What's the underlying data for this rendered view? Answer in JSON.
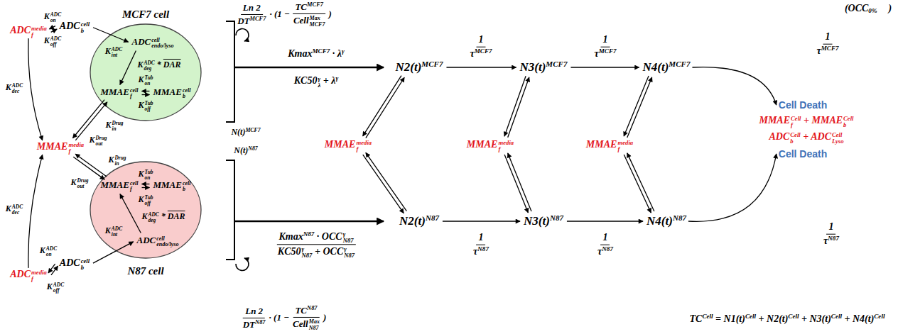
{
  "diagram": {
    "nodes": [
      {
        "text": [
          "MCF7 cell"
        ]
      },
      {
        "text": [
          "ADCendo/lysocell"
        ],
        "in": 0
      },
      {
        "text": [
          "MMAEfcell"
        ],
        "in": 0
      },
      {
        "text": [
          "MMAEbcell"
        ],
        "in": 0
      },
      {
        "text": [
          "N87 cell"
        ]
      },
      {
        "text": [
          "MMAEfcell"
        ],
        "in": 4
      },
      {
        "text": [
          "MMAEbcell"
        ],
        "in": 4
      },
      {
        "text": [
          "ADCendo/lysocell"
        ],
        "in": 4
      },
      {
        "text": [
          "ADCfmedia"
        ]
      },
      {
        "text": [
          "ADCbcell"
        ]
      },
      {
        "text": [
          "MMAEfmedia"
        ]
      },
      {
        "text": [
          "ADCfmedia"
        ]
      },
      {
        "text": [
          "ADCbcell"
        ]
      },
      {
        "text": [
          "N2(t)MCF7"
        ]
      },
      {
        "text": [
          "N3(t)MCF7"
        ]
      },
      {
        "text": [
          "N4(t)MCF7"
        ]
      },
      {
        "text": [
          "MMAEfmedia"
        ]
      },
      {
        "text": [
          "MMAEfmedia"
        ]
      },
      {
        "text": [
          "MMAEfmedia"
        ]
      },
      {
        "text": [
          "N2(t)N87"
        ]
      },
      {
        "text": [
          "N3(t)N87"
        ]
      },
      {
        "text": [
          "N4(t)N87"
        ]
      },
      {
        "text": [
          "Cell Death"
        ]
      },
      {
        "text": [
          "Cell Death"
        ]
      }
    ],
    "edges": [
      {
        "from": 8,
        "to": 9,
        "arrow": "both"
      },
      {
        "from": 9,
        "to": 1,
        "arrow": "to"
      },
      {
        "from": 1,
        "to": 2,
        "arrow": "to"
      },
      {
        "from": 2,
        "to": 3,
        "arrow": "both"
      },
      {
        "from": 10,
        "to": 2,
        "arrow": "both"
      },
      {
        "from": 8,
        "to": 10,
        "arrow": "to"
      },
      {
        "from": 11,
        "to": 12,
        "arrow": "both"
      },
      {
        "from": 12,
        "to": 7,
        "arrow": "to"
      },
      {
        "from": 7,
        "to": 5,
        "arrow": "to"
      },
      {
        "from": 5,
        "to": 6,
        "arrow": "both"
      },
      {
        "from": 10,
        "to": 5,
        "arrow": "both"
      },
      {
        "from": 11,
        "to": 10,
        "arrow": "to"
      },
      {
        "from": 13,
        "to": 14,
        "arrow": "to"
      },
      {
        "from": 14,
        "to": 15,
        "arrow": "to"
      },
      {
        "from": 15,
        "to": 22,
        "arrow": "to"
      },
      {
        "from": 19,
        "to": 20,
        "arrow": "to"
      },
      {
        "from": 20,
        "to": 21,
        "arrow": "to"
      },
      {
        "from": 21,
        "to": 23,
        "arrow": "to"
      },
      {
        "from": 16,
        "to": 13,
        "arrow": "both"
      },
      {
        "from": 16,
        "to": 19,
        "arrow": "both"
      },
      {
        "from": 17,
        "to": 14,
        "arrow": "both"
      },
      {
        "from": 17,
        "to": 20,
        "arrow": "both"
      },
      {
        "from": 18,
        "to": 15,
        "arrow": "both"
      },
      {
        "from": 18,
        "to": 21,
        "arrow": "both"
      }
    ],
    "labels": [
      "(OCC0%",
      ")",
      "KonADC",
      "KoffADC",
      "KdecADC",
      "KintADC",
      "KdegADC * DAR",
      "KonTub",
      "KoffTub",
      "KinDrug",
      "KoutDrug",
      "KinDrug",
      "KoutDrug",
      "KonTub",
      "KoffTub",
      "KdegADC * DAR",
      "KintADC",
      "KdecADC",
      "KonADC",
      "KoffADC",
      "N(t)MCF7",
      "N(t)N87",
      "Ln 2",
      "DTMCF7",
      "· (1 −",
      "TCMCF7",
      "CellMCF7Max",
      ")",
      "Ln 2",
      "DTN87",
      "· (1 −",
      "TCN87",
      "CellN87Max",
      ")",
      "KmaxMCF7 · λγ",
      "KC50λγ + λγ",
      "KmaxN87 · OCCN87γ",
      "KC50N87γ + OCCN87γ",
      "1",
      "τMCF7",
      "1",
      "τMCF7",
      "1",
      "τMCF7",
      "1",
      "τN87",
      "1",
      "τN87",
      "1",
      "τN87",
      "MMAEfCell + MMAEbCell",
      "ADCbCell + ADCLysoCell",
      "TCCell = N1(t)Cell + N2(t)Cell + N3(t)Cell + N4(t)Cell"
    ]
  }
}
